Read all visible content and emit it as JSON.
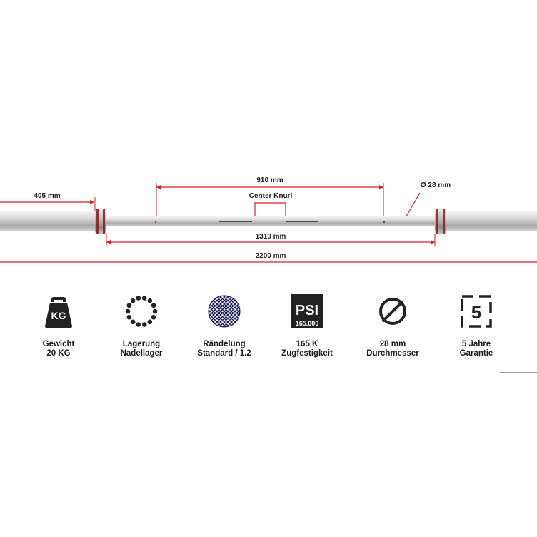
{
  "colors": {
    "dimension_line": "#d2232a",
    "bar_steel": "#c9c9c9",
    "sleeve_ring": "#8a1a1a",
    "icon_dark": "#222222",
    "knurl_fill": "#1a1a5a"
  },
  "dimensions": {
    "sleeve_length": "405 mm",
    "knurl_span": "910 mm",
    "center_knurl": "Center Knurl",
    "diameter": "Ø 28 mm",
    "inner_length": "1310 mm",
    "total_length": "2200 mm"
  },
  "features": [
    {
      "icon": "weight-kg-icon",
      "icon_text": "KG",
      "line1": "Gewicht",
      "line2": "20 KG"
    },
    {
      "icon": "needle-bearing-icon",
      "line1": "Lagerung",
      "line2": "Nadellager"
    },
    {
      "icon": "knurling-icon",
      "line1": "Rändelung",
      "line2": "Standard / 1.2"
    },
    {
      "icon": "psi-icon",
      "icon_text": "PSI",
      "icon_subtext": "165.000",
      "line1": "165 K",
      "line2": "Zugfestigkeit"
    },
    {
      "icon": "diameter-icon",
      "line1": "28 mm",
      "line2": "Durchmesser"
    },
    {
      "icon": "five-years-icon",
      "icon_text": "5",
      "line1": "5 Jahre",
      "line2": "Garantie"
    }
  ]
}
